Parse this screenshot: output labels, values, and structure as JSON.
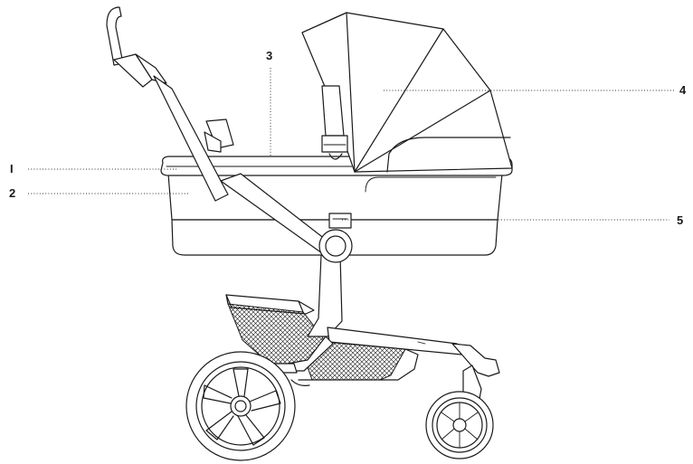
{
  "diagram": {
    "callouts": [
      {
        "id": "1",
        "label": "I"
      },
      {
        "id": "2",
        "label": "2"
      },
      {
        "id": "3",
        "label": "3"
      },
      {
        "id": "4",
        "label": "4"
      },
      {
        "id": "5",
        "label": "5"
      }
    ]
  }
}
